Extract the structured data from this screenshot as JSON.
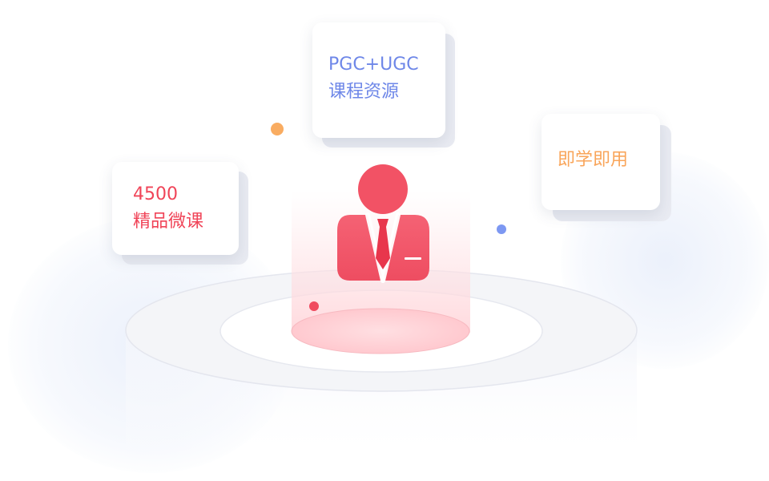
{
  "cards": {
    "pgc": {
      "line1": "PGC+UGC",
      "line2": "课程资源"
    },
    "count": {
      "line1": "4500",
      "line2": "精品微课"
    },
    "instant": {
      "line1": "即学即用"
    }
  },
  "icons": {
    "center": "business-person-icon"
  },
  "colors": {
    "blue": "#6e87e8",
    "red": "#f04458",
    "orange": "#f9a55a",
    "avatar": "#f25265"
  }
}
